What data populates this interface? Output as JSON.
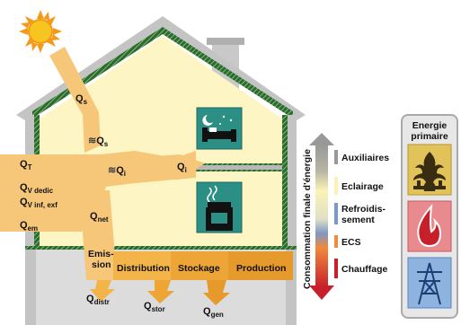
{
  "flows": {
    "qs": "Q",
    "qs_sub": "s",
    "qs2": "Q",
    "qs2_sub": "s",
    "qi": "Q",
    "qi_sub": "i",
    "qi2": "Q",
    "qi2_sub": "i",
    "qt": "Q",
    "qt_sub": "T",
    "qvd": "Q",
    "qvd_sub": "V dedic",
    "qvi": "Q",
    "qvi_sub": "V inf, exf",
    "qem": "Q",
    "qem_sub": "em",
    "qnet": "Q",
    "qnet_sub": "net",
    "emission_1": "Emis-",
    "emission_2": "sion",
    "distribution": "Distribution",
    "stockage": "Stockage",
    "production": "Production",
    "qdistr": "Q",
    "qdistr_sub": "distr",
    "qstor": "Q",
    "qstor_sub": "stor",
    "qgen": "Q",
    "qgen_sub": "gen"
  },
  "bar": {
    "axis_label": "Consommation finale d'énergie",
    "items": [
      {
        "label": "Auxiliaires",
        "color": "#999999"
      },
      {
        "label": "Eclairage",
        "color": "#fbf3b6"
      },
      {
        "label": "Refroidis-",
        "label2": "sement",
        "color": "#7d97c6"
      },
      {
        "label": "ECS",
        "color": "#f08a3c"
      },
      {
        "label": "Chauffage",
        "color": "#c8202a"
      }
    ]
  },
  "panel": {
    "title_1": "Energie",
    "title_2": "primaire"
  },
  "colors": {
    "flow": "#f6c778",
    "flow_dark": "#e8a53a",
    "house_interior": "#fdf6c4",
    "roof_hatch": "#3f8a3f",
    "structure": "#b5b5b5",
    "basement": "#dcdcdc"
  },
  "icons": [
    "sun-icon",
    "bedroom-icon",
    "kitchen-icon",
    "fuel-refinery-icon",
    "flame-icon",
    "power-pylon-icon"
  ]
}
